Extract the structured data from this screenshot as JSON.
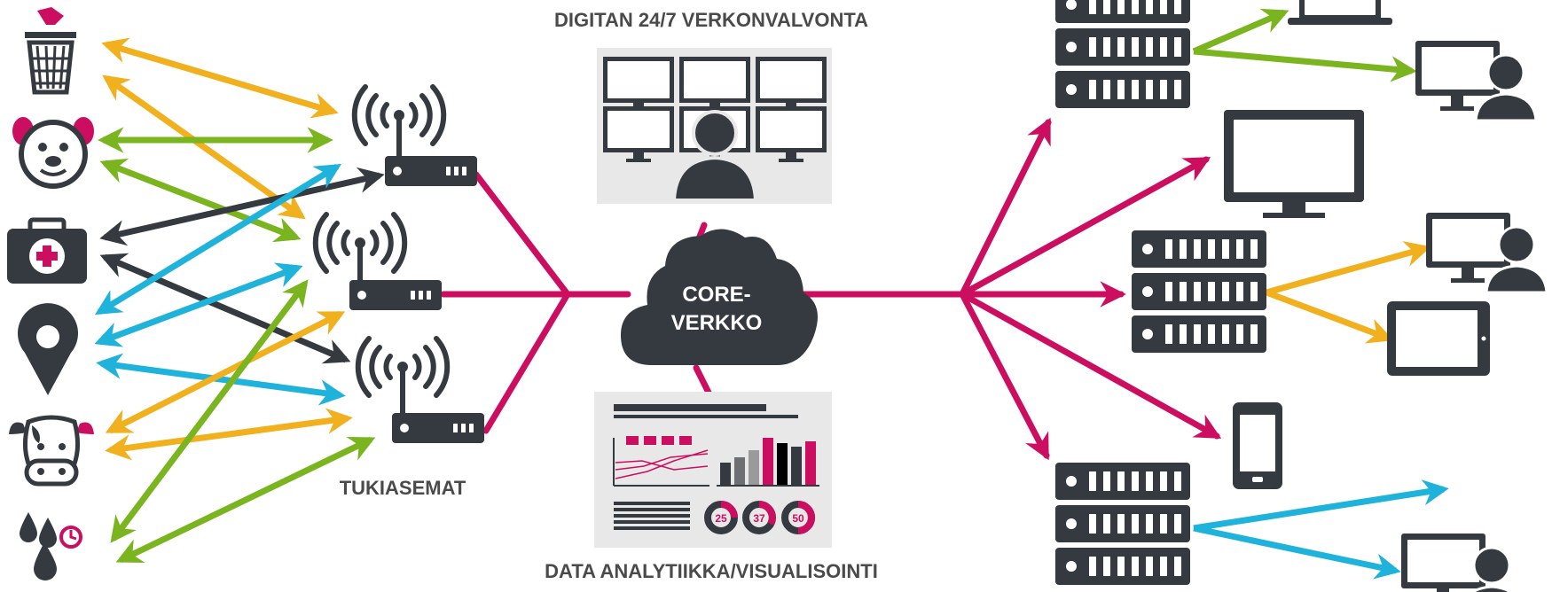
{
  "labels": {
    "monitoring_title": "DIGITAN 24/7 VERKONVALVONTA",
    "cloud_line1": "CORE-",
    "cloud_line2": "VERKKO",
    "base_stations": "TUKIASEMAT",
    "analytics_title": "DATA ANALYTIIKKA/VISUALISOINTI",
    "gauges": [
      "25",
      "37",
      "50"
    ]
  },
  "colors": {
    "dark": "#353a40",
    "magenta": "#cc0e61",
    "orange": "#f1b01e",
    "green": "#7ab41f",
    "cyan": "#1fb3db",
    "panel": "#e8e8e8",
    "text": "#4a4a4a"
  },
  "sensors": [
    "trash-bin-icon",
    "dog-icon",
    "first-aid-kit-icon",
    "location-pin-icon",
    "cow-icon",
    "water-drops-icon"
  ],
  "endpoints": [
    "laptop-icon",
    "desktop-user-icon",
    "monitor-icon",
    "server-icon",
    "tablet-icon",
    "phone-icon"
  ]
}
